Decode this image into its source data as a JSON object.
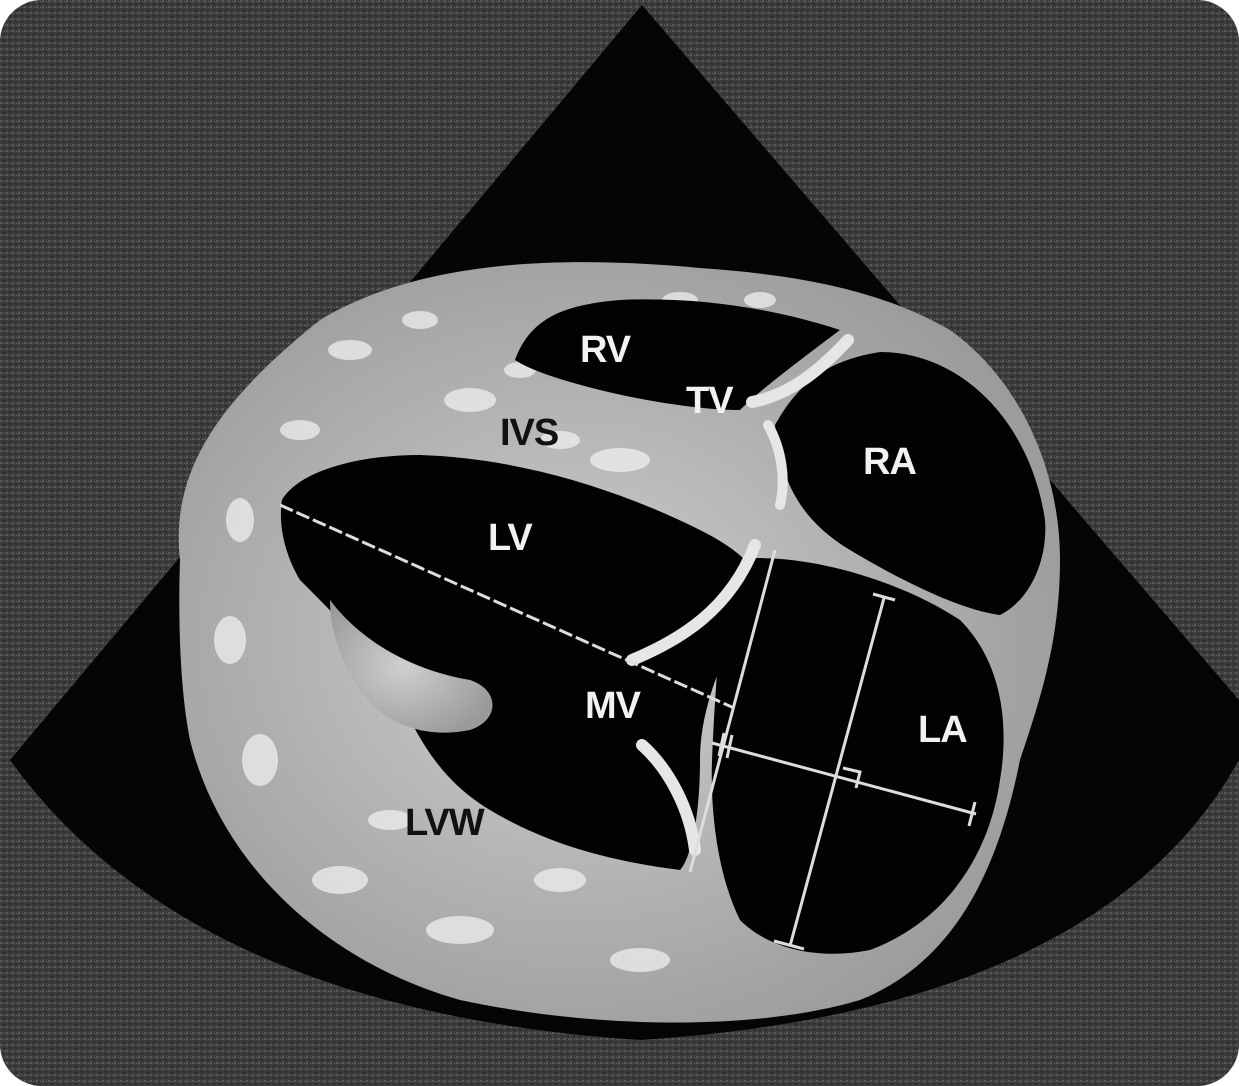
{
  "labels": {
    "rv": "RV",
    "tv": "TV",
    "ivs": "IVS",
    "ra": "RA",
    "lv": "LV",
    "mv": "MV",
    "la": "LA",
    "lvw": "LVW"
  },
  "colors": {
    "background": "#3e3e3e",
    "sector": "#050505",
    "myocardium": "#b9b9b9",
    "valve": "#e6e6e6",
    "chamber": "#020202",
    "caliper": "#dddddd"
  }
}
